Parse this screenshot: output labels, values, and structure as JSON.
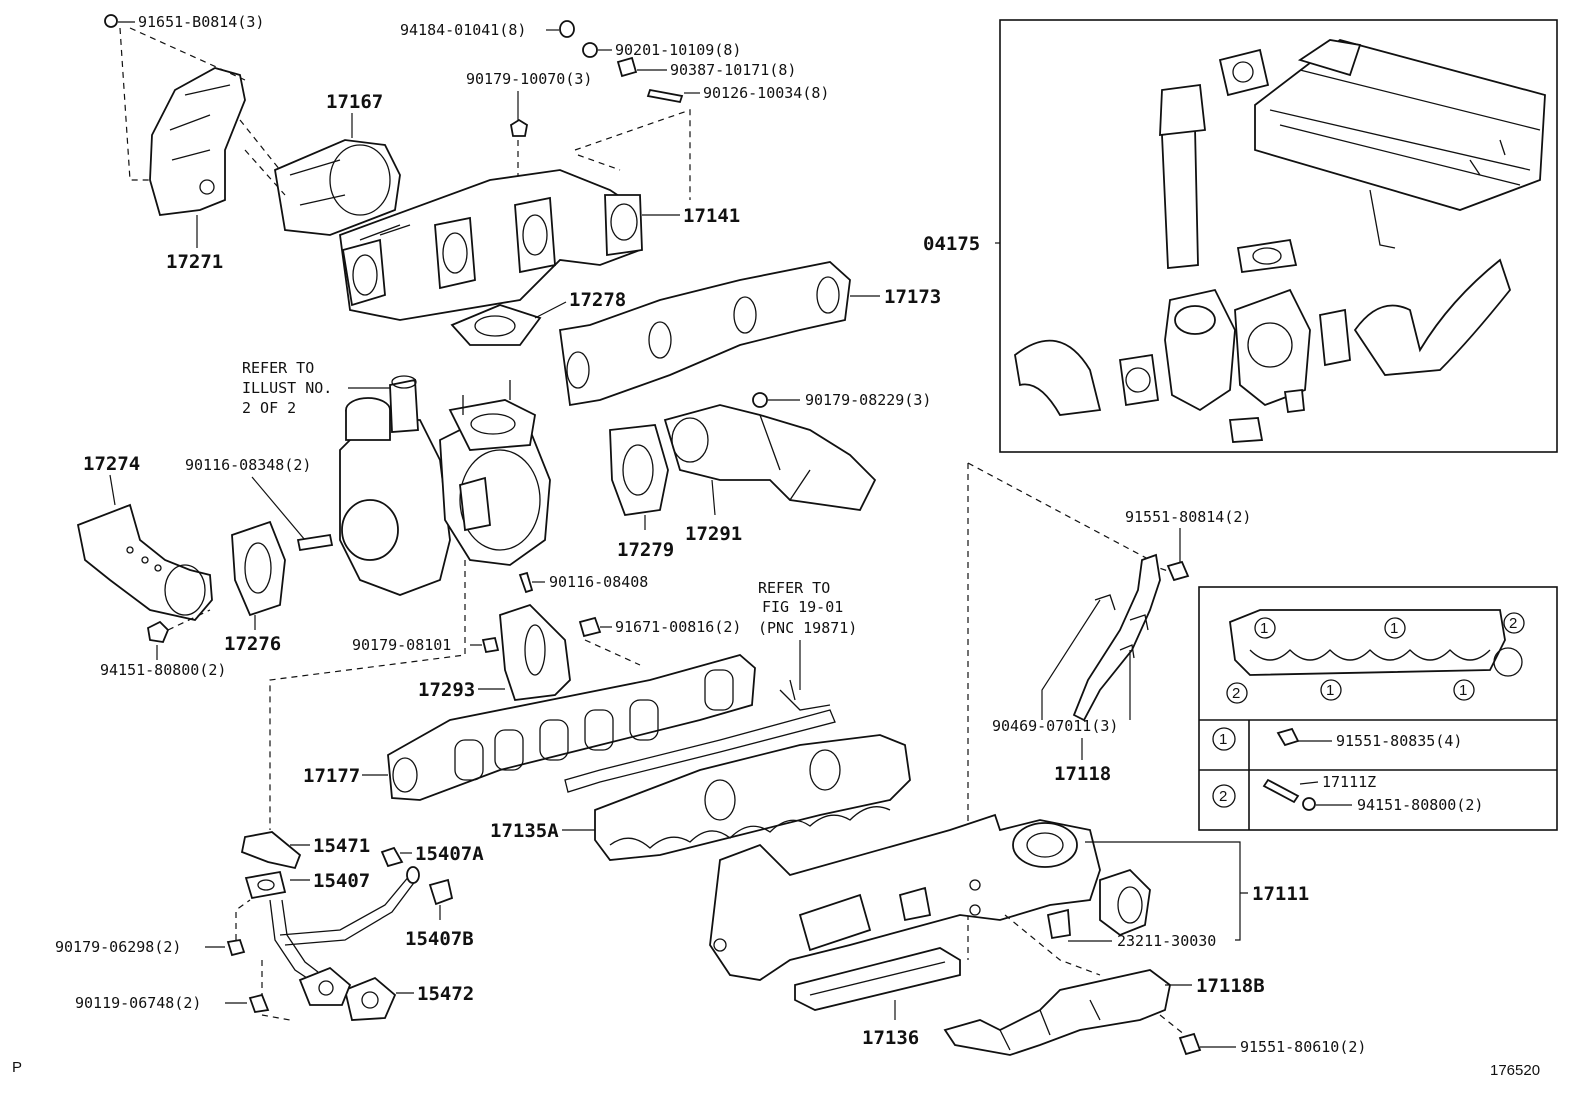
{
  "labels": {
    "l_91651": "91651-B0814(3)",
    "l_94184": "94184-01041(8)",
    "l_90201": "90201-10109(8)",
    "l_90387": "90387-10171(8)",
    "l_90179_10070": "90179-10070(3)",
    "l_90126": "90126-10034(8)",
    "l_17167": "17167",
    "l_17141": "17141",
    "l_17271": "17271",
    "l_17278": "17278",
    "l_17173": "17173",
    "l_04175": "04175",
    "l_refer1_a": "REFER TO",
    "l_refer1_b": "ILLUST NO.",
    "l_refer1_c": "2 OF 2",
    "l_90179_08229": "90179-08229(3)",
    "l_17274": "17274",
    "l_90116_08348": "90116-08348(2)",
    "l_17279": "17279",
    "l_17291": "17291",
    "l_90116_08408": "90116-08408",
    "l_91551_80814": "91551-80814(2)",
    "l_refer2_a": "REFER TO",
    "l_refer2_b": "FIG 19-01",
    "l_refer2_c": "(PNC 19871)",
    "l_91671": "91671-00816(2)",
    "l_17276": "17276",
    "l_90179_08101": "90179-08101",
    "l_94151_a": "94151-80800(2)",
    "l_17293": "17293",
    "l_90469": "90469-07011(3)",
    "l_17118": "17118",
    "l_17177": "17177",
    "l_17135A": "17135A",
    "l_15471": "15471",
    "l_15407A": "15407A",
    "l_15407": "15407",
    "l_15407B": "15407B",
    "l_17111": "17111",
    "l_90179_06298": "90179-06298(2)",
    "l_23211": "23211-30030",
    "l_90119": "90119-06748(2)",
    "l_15472": "15472",
    "l_17118B": "17118B",
    "l_17136": "17136",
    "l_91551_80610": "91551-80610(2)",
    "l_P": "P",
    "l_fig": "176520"
  },
  "legend": {
    "circle1": "1",
    "circle2": "2",
    "row1_label": "91551-80835(4)",
    "row2_label_a": "17111Z",
    "row2_label_b": "94151-80800(2)"
  }
}
